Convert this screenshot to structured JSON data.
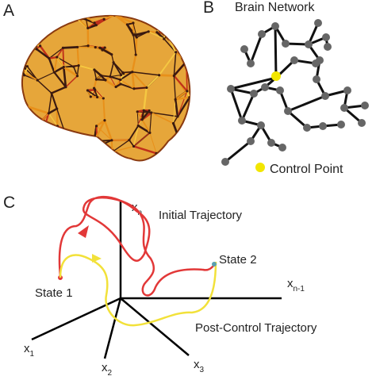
{
  "panels": {
    "a": {
      "label": "A"
    },
    "b": {
      "label": "B",
      "title": "Brain Network",
      "legend": "Control Point"
    },
    "c": {
      "label": "C",
      "initial_trajectory": "Initial Trajectory",
      "post_control_trajectory": "Post-Control Trajectory",
      "state1": "State 1",
      "state2": "State 2",
      "axes": {
        "x_main": "x",
        "x1_sub": "1",
        "x2_sub": "2",
        "x3_sub": "3",
        "xn1_sub": "n-1",
        "xn_sub": "n"
      }
    }
  },
  "colors": {
    "mesh_dark": "#3a1a10",
    "mesh_red": "#c0301a",
    "mesh_orange": "#e8901a",
    "mesh_yellow": "#f5c842",
    "network_node": "#666666",
    "network_edge": "#111111",
    "control_point": "#f2e600",
    "initial_trajectory": "#e23838",
    "post_control_trajectory": "#f2e13a",
    "axes": "#000000"
  }
}
